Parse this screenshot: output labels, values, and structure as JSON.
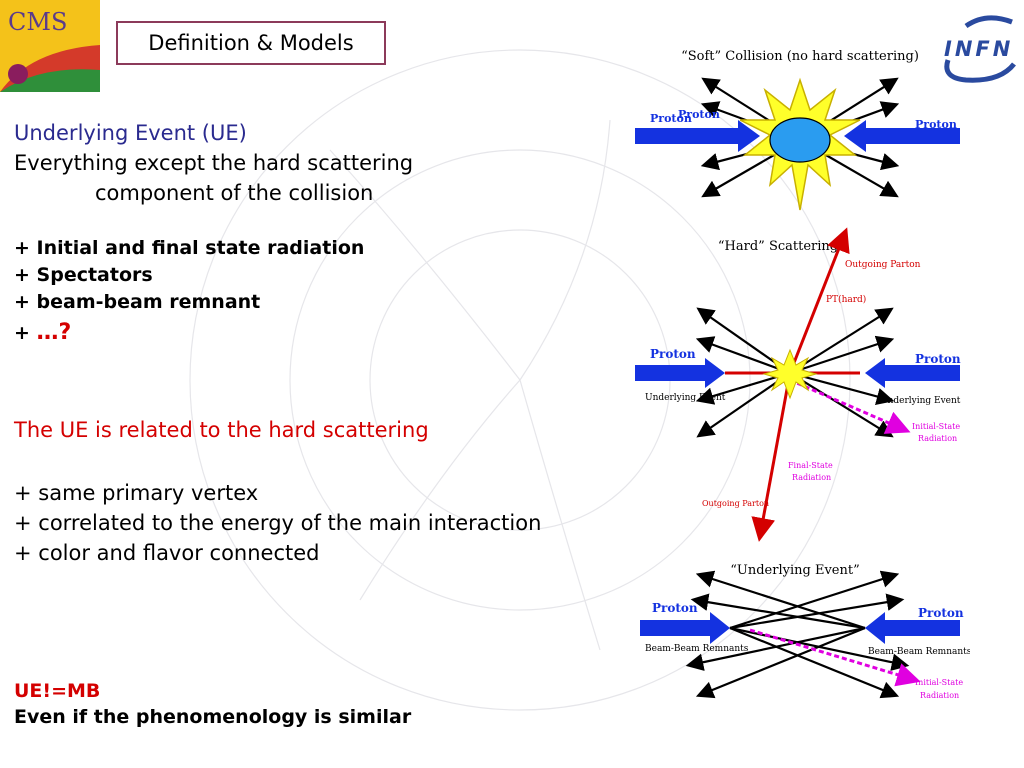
{
  "header": {
    "title": "Definition & Models",
    "logo_left": "CMS",
    "logo_right": "INFN"
  },
  "main": {
    "ue_heading": "Underlying Event (UE)",
    "definition_line1": "Everything except the hard scattering",
    "definition_line2": "component of the collision",
    "bullets": [
      "+ Initial and final state radiation",
      "+ Spectators",
      "+ beam-beam remnant"
    ],
    "bullet4_plus": "+",
    "bullet4_rest": "…?",
    "related": "The UE is related to the hard scattering",
    "points": [
      "+ same primary vertex",
      "+ correlated to the energy of the main interaction",
      "+ color and flavor connected"
    ],
    "ue_mb": "UE!=MB",
    "similar": "Even if the phenomenology is similar"
  },
  "diagram": {
    "soft_title": "“Soft” Collision (no hard scattering)",
    "proton": "Proton",
    "hard_title": "“Hard” Scattering",
    "outgoing_parton": "Outgoing Parton",
    "pt_hard": "PT(hard)",
    "underlying_event": "Underlying Event",
    "initial_state_radiation_1": "Initial-State",
    "initial_state_radiation_2": "Radiation",
    "final_state_radiation_1": "Final-State",
    "final_state_radiation_2": "Radiation",
    "ue_title": "“Underlying Event”",
    "beam_remnants": "Beam-Beam Remnants"
  },
  "colors": {
    "title_border": "#8c3a5a",
    "heading_blue": "#2a2a8f",
    "accent_red": "#d40000",
    "beam_blue": "#1432e0",
    "magenta": "#e000e0"
  }
}
